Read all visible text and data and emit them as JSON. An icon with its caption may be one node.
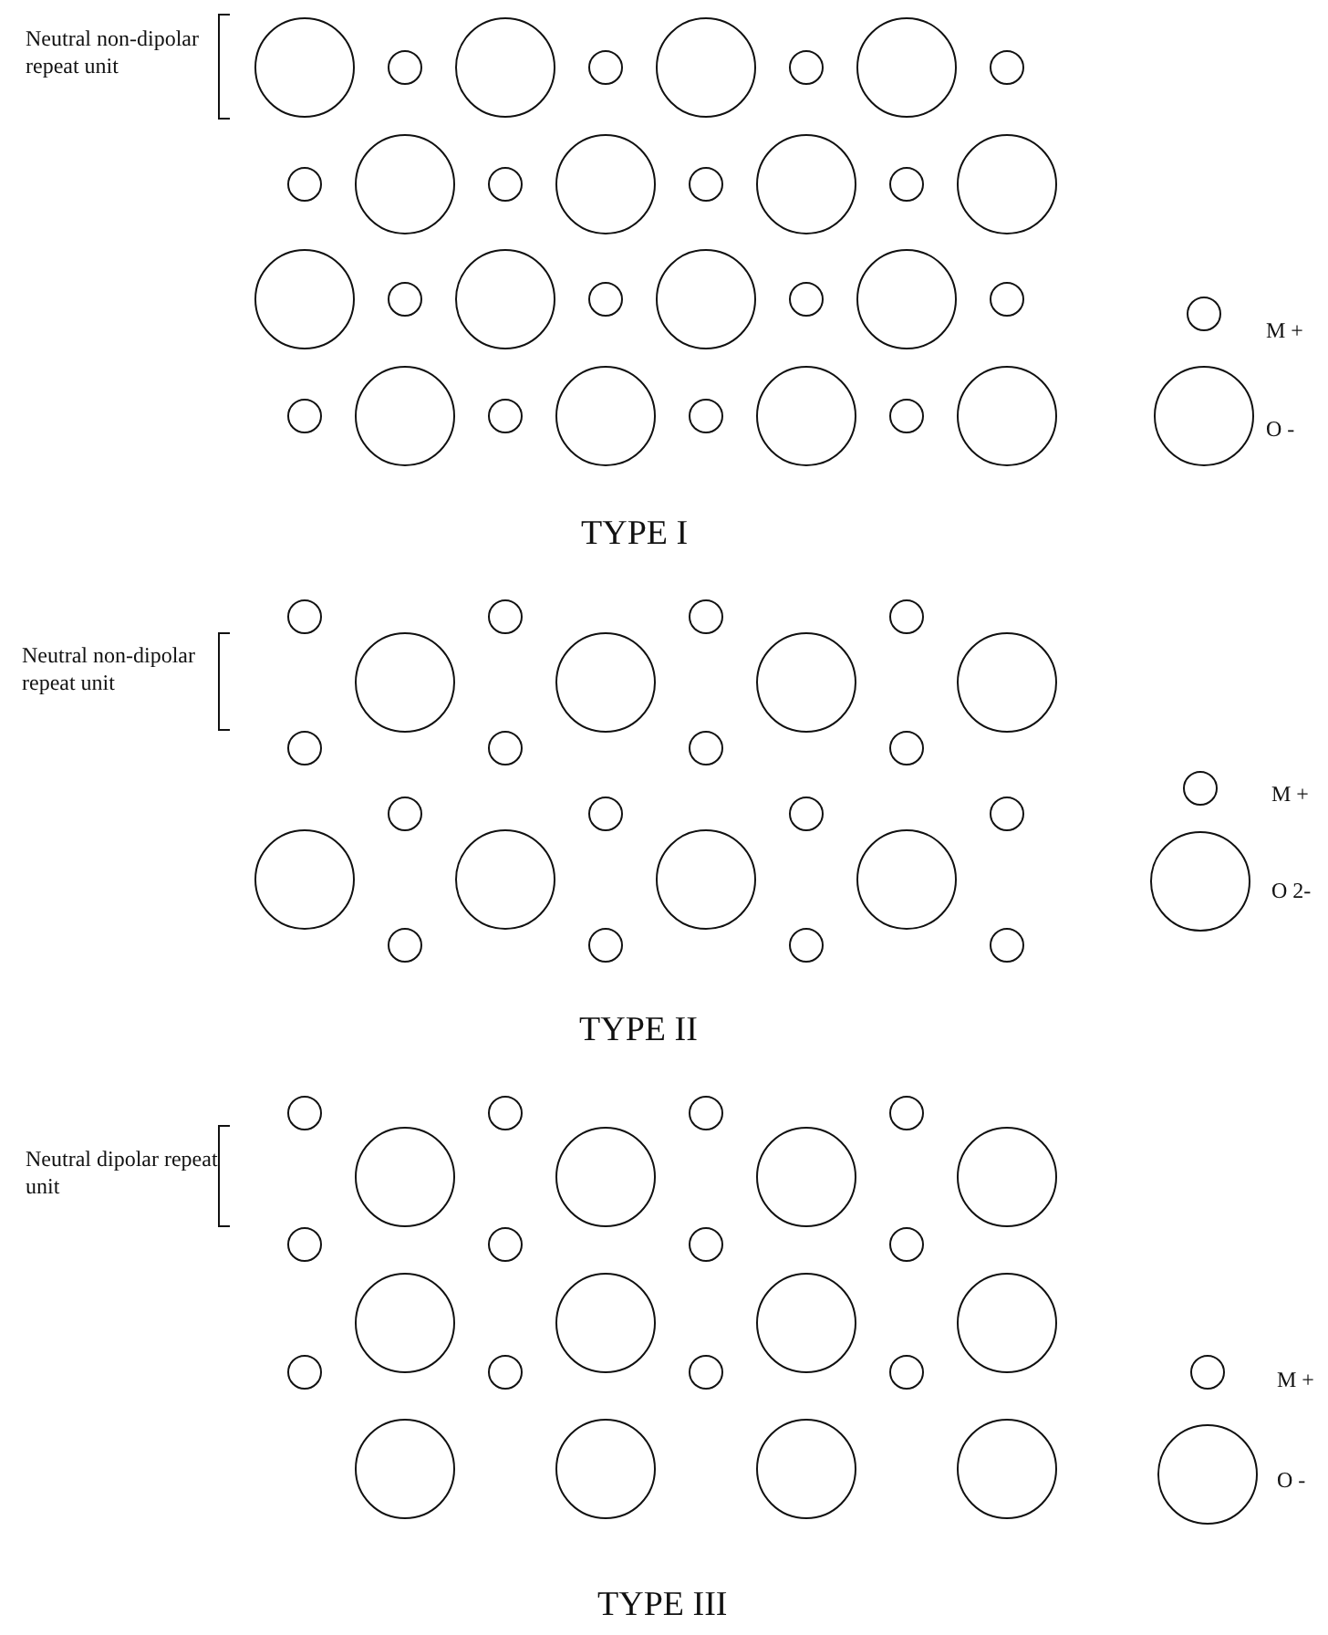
{
  "diagram": {
    "labels": [
      "Neutral non-dipolar repeat unit",
      "TYPE I",
      "Neutral non-dipolar repeat unit",
      "TYPE II",
      "Neutral dipolar repeat unit",
      "TYPE III"
    ],
    "legend": [
      {
        "text": "M +"
      },
      {
        "text": "O -"
      },
      {
        "text": "M +"
      },
      {
        "text": "O 2-"
      },
      {
        "text": "M +"
      },
      {
        "text": "O -"
      }
    ]
  }
}
